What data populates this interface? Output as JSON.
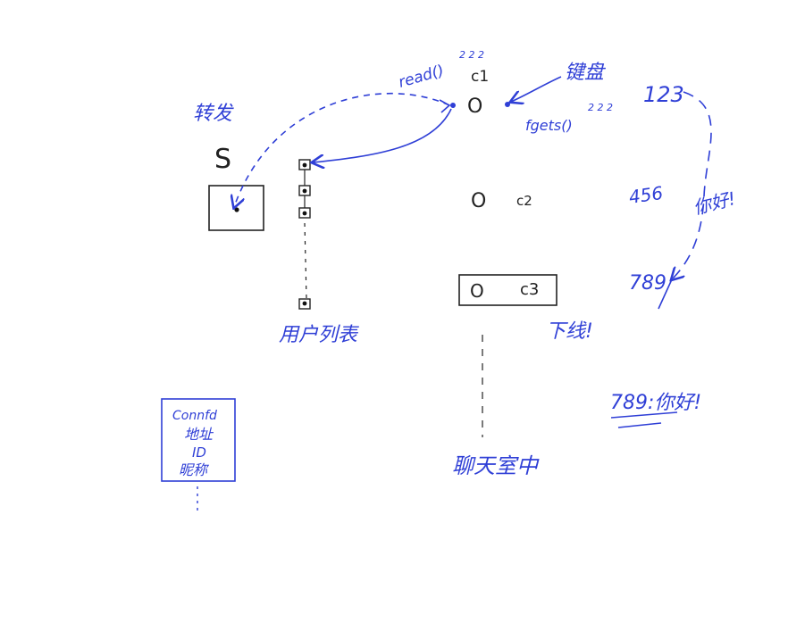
{
  "colors": {
    "ink_blue": "#2f3fd6",
    "ink_black": "#222222",
    "background": "#ffffff"
  },
  "labels": {
    "forward": "转发",
    "server": "S",
    "user_list": "用户列表",
    "read_call": "read()",
    "read_superscript": "2 2 2",
    "client1_label": "c1",
    "client1_circle": "O",
    "keyboard": "键盘",
    "fgets_call": "fgets()",
    "fgets_superscript": "2 2 2",
    "client2_circle": "O",
    "client2_label": "c2",
    "client3_circle": "O",
    "client3_label": "c3",
    "offline": "下线!",
    "in_chatroom": "聊天室中",
    "msg_123": "123",
    "msg_456": "456",
    "msg_hello": "你好!",
    "msg_789": "789",
    "broadcast": "789:你好!"
  },
  "user_record": {
    "fields": [
      "Connfd",
      "地址",
      "ID",
      "昵称"
    ]
  }
}
